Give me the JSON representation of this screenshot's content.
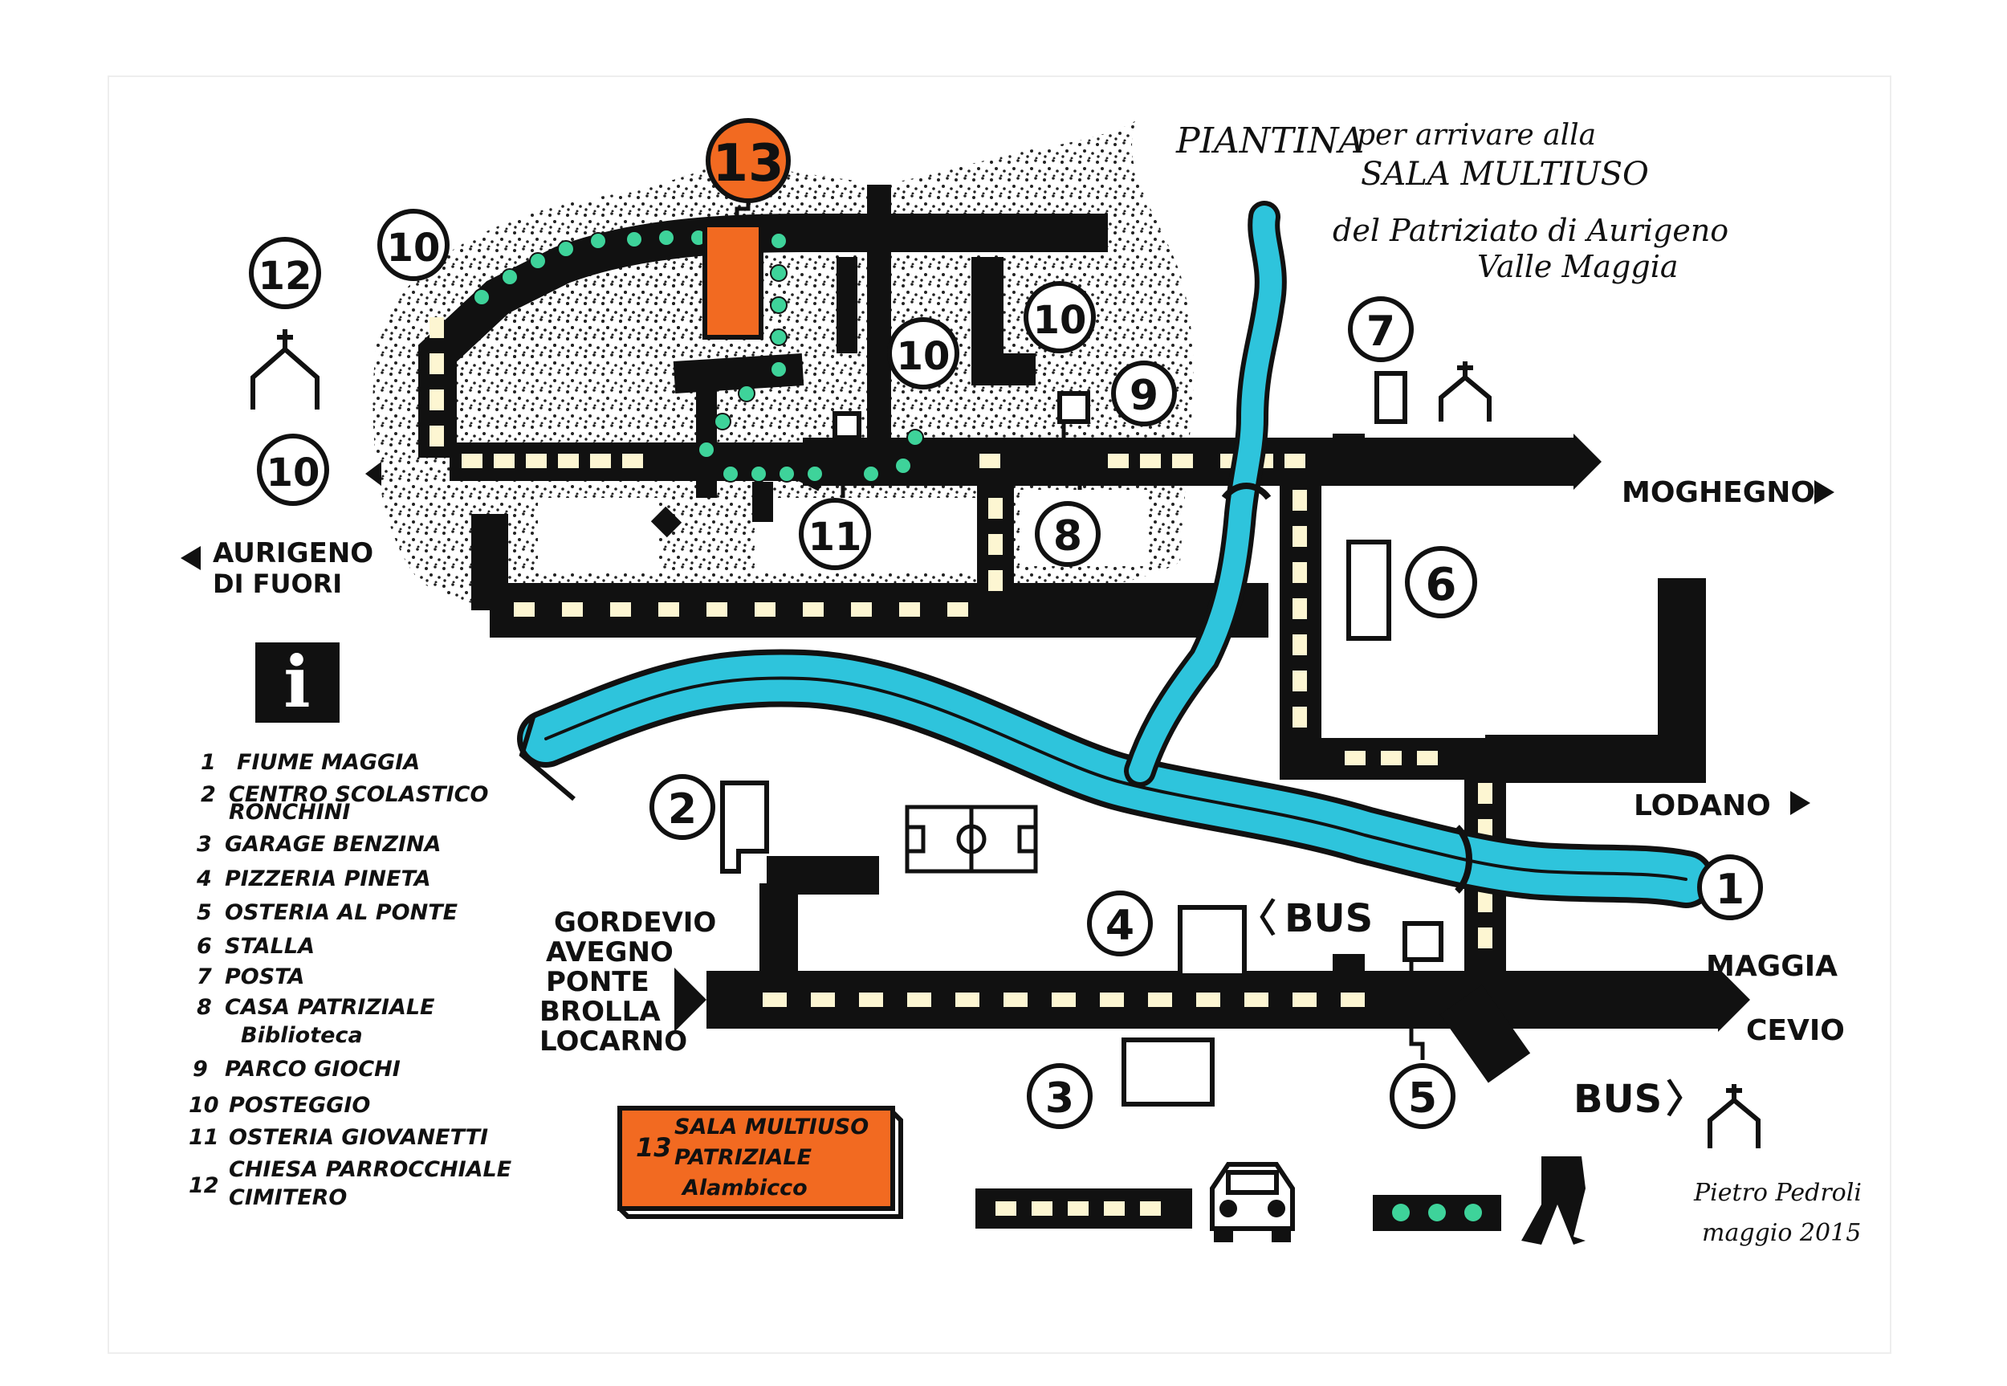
{
  "title": {
    "line1": "PIANTINA",
    "line1b": "per arrivare alla",
    "line2": "SALA MULTIUSO",
    "line3": "del Patriziato di Aurigeno",
    "line4": "Valle Maggia"
  },
  "destinations": {
    "moghegno": "MOGHEGNO",
    "lodano": "LODANO",
    "maggia": "MAGGIA",
    "cevio": "CEVIO",
    "aurigeno": "AURIGENO",
    "di_fuori": "DI FUORI",
    "south": [
      "GORDEVIO",
      "AVEGNO",
      "PONTE",
      "BROLLA",
      "LOCARNO"
    ]
  },
  "bus_labels": {
    "left": "BUS",
    "right": "BUS"
  },
  "info_icon": "i",
  "markers": {
    "m1": "1",
    "m2": "2",
    "m3": "3",
    "m4": "4",
    "m5": "5",
    "m6": "6",
    "m7": "7",
    "m8": "8",
    "m9": "9",
    "m10": "10",
    "m11": "11",
    "m12": "12",
    "m13": "13"
  },
  "legend": [
    {
      "num": "1",
      "text": "FIUME MAGGIA"
    },
    {
      "num": "2",
      "text": "CENTRO SCOLASTICO",
      "text2": "RONCHINI"
    },
    {
      "num": "3",
      "text": "GARAGE BENZINA"
    },
    {
      "num": "4",
      "text": "PIZZERIA PINETA"
    },
    {
      "num": "5",
      "text": "OSTERIA AL PONTE"
    },
    {
      "num": "6",
      "text": "STALLA"
    },
    {
      "num": "7",
      "text": "POSTA"
    },
    {
      "num": "8",
      "text": "CASA PATRIZIALE",
      "text2": "Biblioteca"
    },
    {
      "num": "9",
      "text": "PARCO GIOCHI"
    },
    {
      "num": "10",
      "text": "POSTEGGIO"
    },
    {
      "num": "11",
      "text": "OSTERIA GIOVANETTI"
    },
    {
      "num": "12",
      "text": "CHIESA PARROCCHIALE",
      "text2": "CIMITERO"
    }
  ],
  "highlight_box": {
    "num": "13",
    "line1": "SALA MULTIUSO",
    "line2": "PATRIZIALE",
    "line3": "Alambicco"
  },
  "signature": {
    "name": "Pietro Pedroli",
    "date": "maggio 2015"
  },
  "colors": {
    "road": "#111111",
    "river": "#2ec4dc",
    "marker_dash": "#fdf6d2",
    "footpath_dot": "#3ed39a",
    "highlight": "#f26a21",
    "forest_dot": "#222222"
  },
  "icons": [
    "info-icon",
    "church-icon",
    "car-icon",
    "walking-legs-icon",
    "football-field-icon",
    "bridge-icon",
    "arrow-icon"
  ]
}
